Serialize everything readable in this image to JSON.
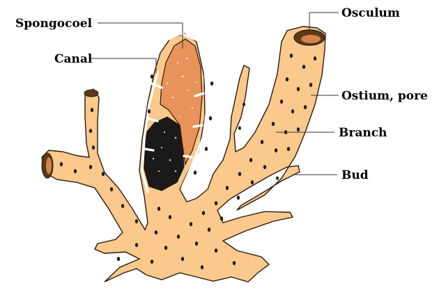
{
  "diagram": {
    "labels": {
      "spongocoel": "Spongocoel",
      "canal": "Canal",
      "osculum": "Osculum",
      "ostium": "Ostium, pore",
      "branch": "Branch",
      "bud": "Bud"
    }
  },
  "colors": {
    "body": "#fbc98b",
    "spongocoel_interior": "#e7935a",
    "dark_chamber": "#1a1a1a",
    "outline": "#2a1a0a",
    "pores": "#1e1e1e",
    "leader_lines": "#333333"
  }
}
